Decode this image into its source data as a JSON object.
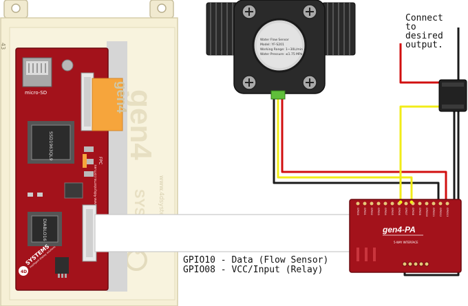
{
  "display_module": {
    "brand_side": "gen4",
    "side_number": "43",
    "sd_label": "micro-SD",
    "chip1_label": "SSD1963QL9",
    "chip2_label": "DIABLO16",
    "company": "SYSTEMS",
    "company_tagline": "intelligent display solutions",
    "website": "www.4dsystems.com.au",
    "fpc_label": "FPC"
  },
  "flow_sensor": {
    "label_line1": "Water Flow Sensor",
    "label_line2": "Model: YF-S201",
    "label_line3": "Working Range: 1~30L/min",
    "label_line4": "Water Pressure: ≤1.75 MPa"
  },
  "relay": {
    "note_line1": "Connect",
    "note_line2": "to",
    "note_line3": "desired",
    "note_line4": "output."
  },
  "adapter": {
    "title": "gen4-PA",
    "interface_label": "5-WAY INTERFACE",
    "pin_labels": [
      "GPIO0",
      "GPIO1",
      "GPIO2",
      "GPIO3",
      "GPIO4",
      "GPIO5",
      "GPIO6",
      "GPIO7",
      "GPIO8",
      "GPIO9",
      "GPIO10",
      "GPIO11",
      "GPIO12",
      "GPIO13"
    ]
  },
  "legend": {
    "line1": "GPIO10 - Data (Flow Sensor)",
    "line2": "GPIO08 - VCC/Input (Relay)"
  },
  "colors": {
    "board_red": "#a3121b",
    "board_red_dark": "#7d0d14",
    "frame_cream": "#f6f0d6",
    "wire_red": "#d10f0f",
    "wire_yellow": "#f2ec18",
    "wire_black": "#1a1a1a",
    "sensor_black": "#2a2a2a",
    "chip_black": "#2b2b2b",
    "fpc_orange": "#f6a53c"
  }
}
